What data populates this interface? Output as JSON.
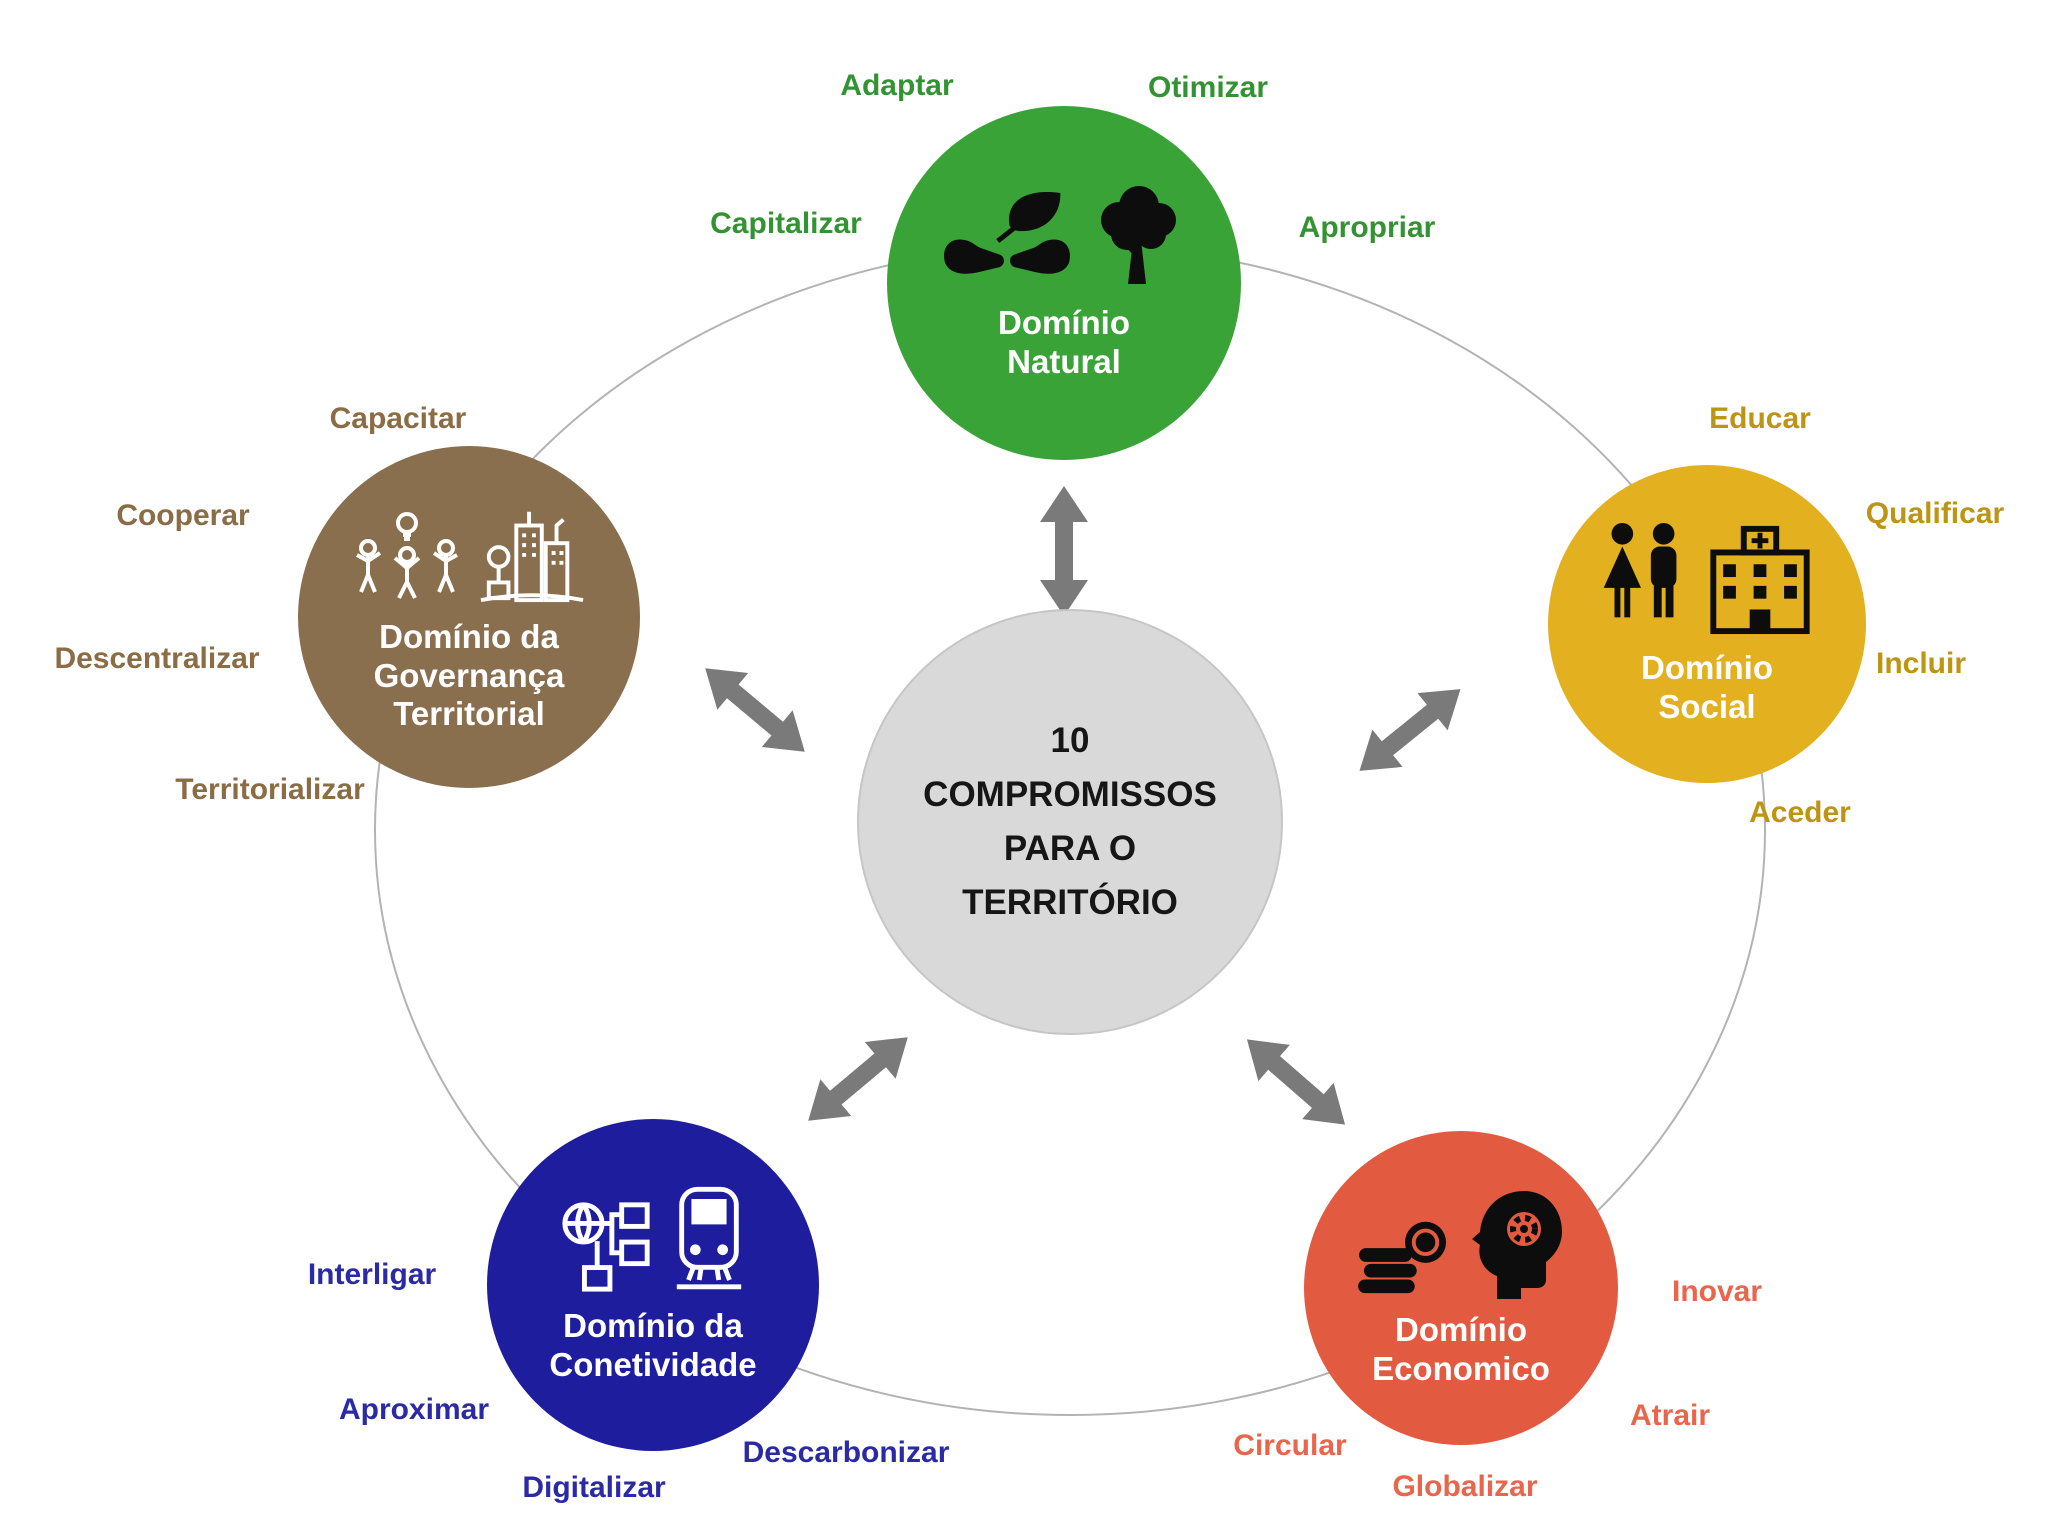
{
  "center": {
    "lines": [
      "10",
      "COMPROMISSOS",
      "PARA O",
      "TERRITÓRIO"
    ],
    "bg": "#d9d9d9",
    "text_color": "#161616"
  },
  "ring_color": "#b3b3b3",
  "arrow_color": "#7a7a7a",
  "domains": [
    {
      "id": "natural",
      "label": "Domínio Natural",
      "label_lines": [
        "Domínio",
        "Natural"
      ],
      "color": "#3aa338",
      "keyword_color": "#339333",
      "icons": [
        "hands-leaf-icon",
        "tree-icon"
      ],
      "keywords": [
        "Adaptar",
        "Otimizar",
        "Capitalizar",
        "Apropriar"
      ]
    },
    {
      "id": "social",
      "label": "Domínio Social",
      "label_lines": [
        "Domínio",
        "Social"
      ],
      "color": "#e3b01f",
      "keyword_color": "#bd9413",
      "icons": [
        "man-woman-icon",
        "hospital-building-icon"
      ],
      "keywords": [
        "Educar",
        "Qualificar",
        "Incluir",
        "Aceder"
      ]
    },
    {
      "id": "economico",
      "label": "Domínio Economico",
      "label_lines": [
        "Domínio",
        "Economico"
      ],
      "color": "#e25a40",
      "keyword_color": "#e8664b",
      "icons": [
        "coins-icon",
        "ai-head-icon"
      ],
      "keywords": [
        "Inovar",
        "Atrair",
        "Globalizar",
        "Circular"
      ]
    },
    {
      "id": "conetividade",
      "label": "Domínio da Conetividade",
      "label_lines": [
        "Domínio da",
        "Conetividade"
      ],
      "color": "#1e1d9e",
      "keyword_color": "#2b2aa6",
      "icons": [
        "network-icon",
        "train-icon"
      ],
      "keywords": [
        "Interligar",
        "Aproximar",
        "Digitalizar",
        "Descarbonizar"
      ]
    },
    {
      "id": "governanca",
      "label": "Domínio da Governança Territorial",
      "label_lines": [
        "Domínio da",
        "Governança",
        "Territorial"
      ],
      "color": "#8a6f4f",
      "keyword_color": "#8a6c45",
      "icons": [
        "team-idea-icon",
        "cityscape-icon"
      ],
      "keywords": [
        "Capacitar",
        "Cooperar",
        "Descentralizar",
        "Territorializar"
      ]
    }
  ]
}
